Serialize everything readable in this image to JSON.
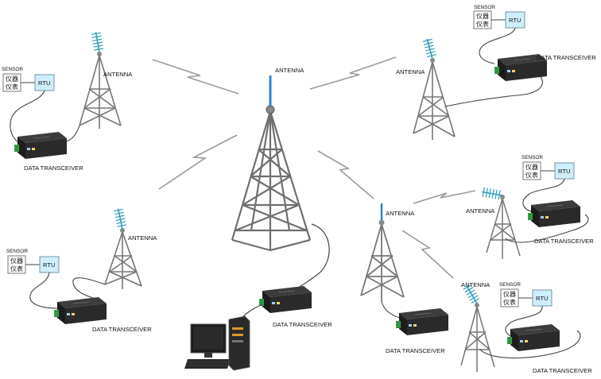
{
  "labels": {
    "antenna": "ANTENNA",
    "data_transceiver": "DATA TRANSCEIVER",
    "sensor": "SENSOR",
    "rtu": "RTU",
    "instrument_line1": "仪器",
    "instrument_line2": "仪表"
  },
  "colors": {
    "tower": "#7a7a7a",
    "tower_dark": "#4a4a4a",
    "yagi": "#2f9fbf",
    "whip": "#2b86c9",
    "rtu_fill": "#cfeefc",
    "rtu_stroke": "#5a7e8e",
    "transceiver_body": "#2a2a2a",
    "transceiver_top": "#3c3c3c",
    "terminal": "#3aa14a",
    "cable": "#444444",
    "lightning": "#9a9a9a"
  }
}
